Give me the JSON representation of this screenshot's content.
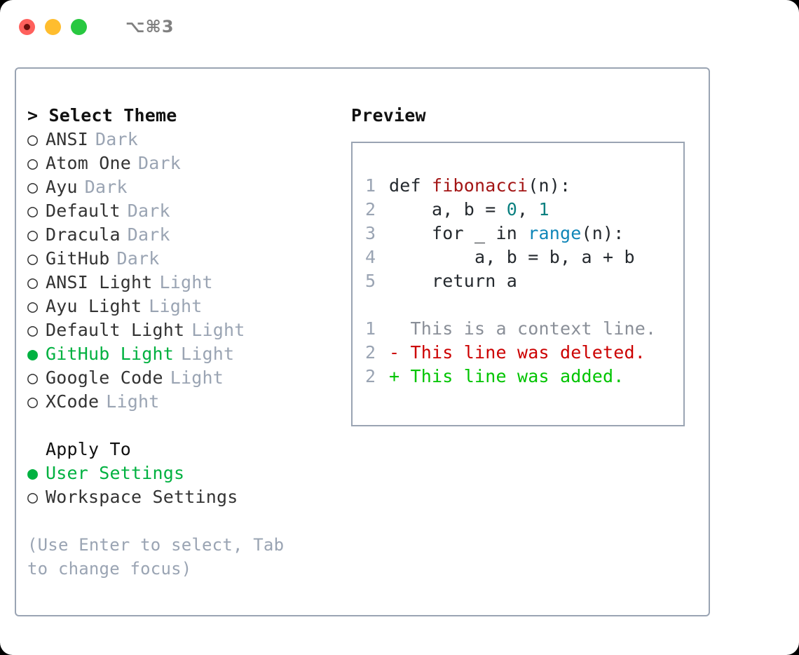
{
  "titlebar": {
    "shortcut": "⌥⌘3",
    "lights": [
      "close",
      "minimize",
      "zoom"
    ]
  },
  "left": {
    "header": "> Select Theme",
    "themes": [
      {
        "bullet": "○",
        "name": "ANSI",
        "tag": "Dark",
        "selected": false
      },
      {
        "bullet": "○",
        "name": "Atom One",
        "tag": "Dark",
        "selected": false
      },
      {
        "bullet": "○",
        "name": "Ayu",
        "tag": "Dark",
        "selected": false
      },
      {
        "bullet": "○",
        "name": "Default",
        "tag": "Dark",
        "selected": false
      },
      {
        "bullet": "○",
        "name": "Dracula",
        "tag": "Dark",
        "selected": false
      },
      {
        "bullet": "○",
        "name": "GitHub",
        "tag": "Dark",
        "selected": false
      },
      {
        "bullet": "○",
        "name": "ANSI Light",
        "tag": "Light",
        "selected": false
      },
      {
        "bullet": "○",
        "name": "Ayu Light",
        "tag": "Light",
        "selected": false
      },
      {
        "bullet": "○",
        "name": "Default Light",
        "tag": "Light",
        "selected": false
      },
      {
        "bullet": "●",
        "name": "GitHub Light",
        "tag": "Light",
        "selected": true
      },
      {
        "bullet": "○",
        "name": "Google Code",
        "tag": "Light",
        "selected": false
      },
      {
        "bullet": "○",
        "name": "XCode",
        "tag": "Light",
        "selected": false
      }
    ],
    "apply_to": {
      "header": "Apply To",
      "options": [
        {
          "bullet": "●",
          "name": "User Settings",
          "selected": true
        },
        {
          "bullet": "○",
          "name": "Workspace Settings",
          "selected": false
        }
      ]
    },
    "hint": "(Use Enter to select, Tab to change focus)"
  },
  "right": {
    "title": "Preview",
    "code_lines": [
      {
        "num": "1",
        "segments": [
          {
            "text": "def ",
            "cls": "code-text"
          },
          {
            "text": "fibonacci",
            "cls": "tok-fn"
          },
          {
            "text": "(n):",
            "cls": "code-text"
          }
        ]
      },
      {
        "num": "2",
        "segments": [
          {
            "text": "    a, b = ",
            "cls": "code-text"
          },
          {
            "text": "0",
            "cls": "tok-num"
          },
          {
            "text": ", ",
            "cls": "code-text"
          },
          {
            "text": "1",
            "cls": "tok-num"
          }
        ]
      },
      {
        "num": "3",
        "segments": [
          {
            "text": "    for _ in ",
            "cls": "code-text"
          },
          {
            "text": "range",
            "cls": "tok-bi"
          },
          {
            "text": "(n):",
            "cls": "code-text"
          }
        ]
      },
      {
        "num": "4",
        "segments": [
          {
            "text": "        a, b = b, a + b",
            "cls": "code-text"
          }
        ]
      },
      {
        "num": "5",
        "segments": [
          {
            "text": "    return a",
            "cls": "code-text"
          }
        ]
      }
    ],
    "diff_lines": [
      {
        "num": "1",
        "marker": " ",
        "text": "  This is a context line.",
        "cls": "diff-ctx"
      },
      {
        "num": "2",
        "marker": "-",
        "text": "- This line was deleted.",
        "cls": "diff-del"
      },
      {
        "num": "2",
        "marker": "+",
        "text": "+ This line was added.",
        "cls": "diff-add"
      }
    ]
  },
  "colors": {
    "accent_green": "#00b140",
    "muted": "#9aa4b3",
    "border": "#9aa4b3",
    "diff_add": "#00c400",
    "diff_del": "#cc0000",
    "token_function": "#a31515",
    "token_number": "#0b8080",
    "token_builtin": "#0f86b8"
  }
}
